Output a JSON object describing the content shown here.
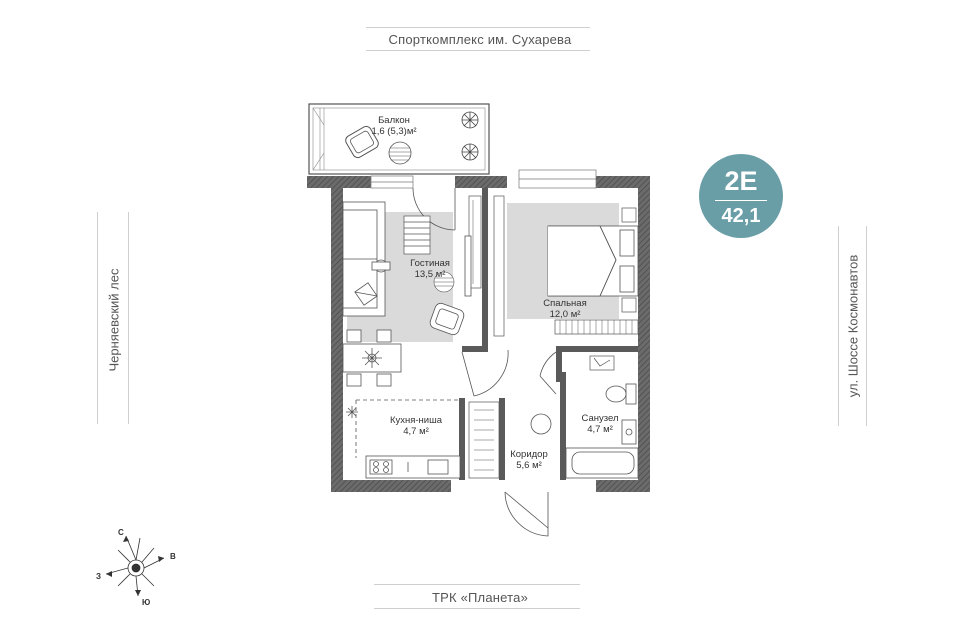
{
  "landmarks": {
    "top": "Спорткомплекс им. Сухарева",
    "bottom": "ТРК «Планета»",
    "left": "Черняевский лес",
    "right": "ул. Шоссе Космонавтов"
  },
  "badge": {
    "type": "2Е",
    "area": "42,1",
    "color": "#6a9ea7"
  },
  "rooms": {
    "balcony": {
      "name": "Балкон",
      "area": "1,6 (5,3)м²"
    },
    "living": {
      "name": "Гостиная",
      "area": "13,5 м²"
    },
    "bedroom": {
      "name": "Спальная",
      "area": "12,0 м²"
    },
    "kitchen": {
      "name": "Кухня-ниша",
      "area": "4,7 м²"
    },
    "bathroom": {
      "name": "Санузел",
      "area": "4,7 м²"
    },
    "corridor": {
      "name": "Коридор",
      "area": "5,6 м²"
    }
  },
  "compass": {
    "n": "С",
    "s": "Ю",
    "e": "В",
    "w": "З"
  },
  "colors": {
    "wall": "#555555",
    "rug": "#d9d9d9",
    "accent": "#6a9ea7"
  }
}
